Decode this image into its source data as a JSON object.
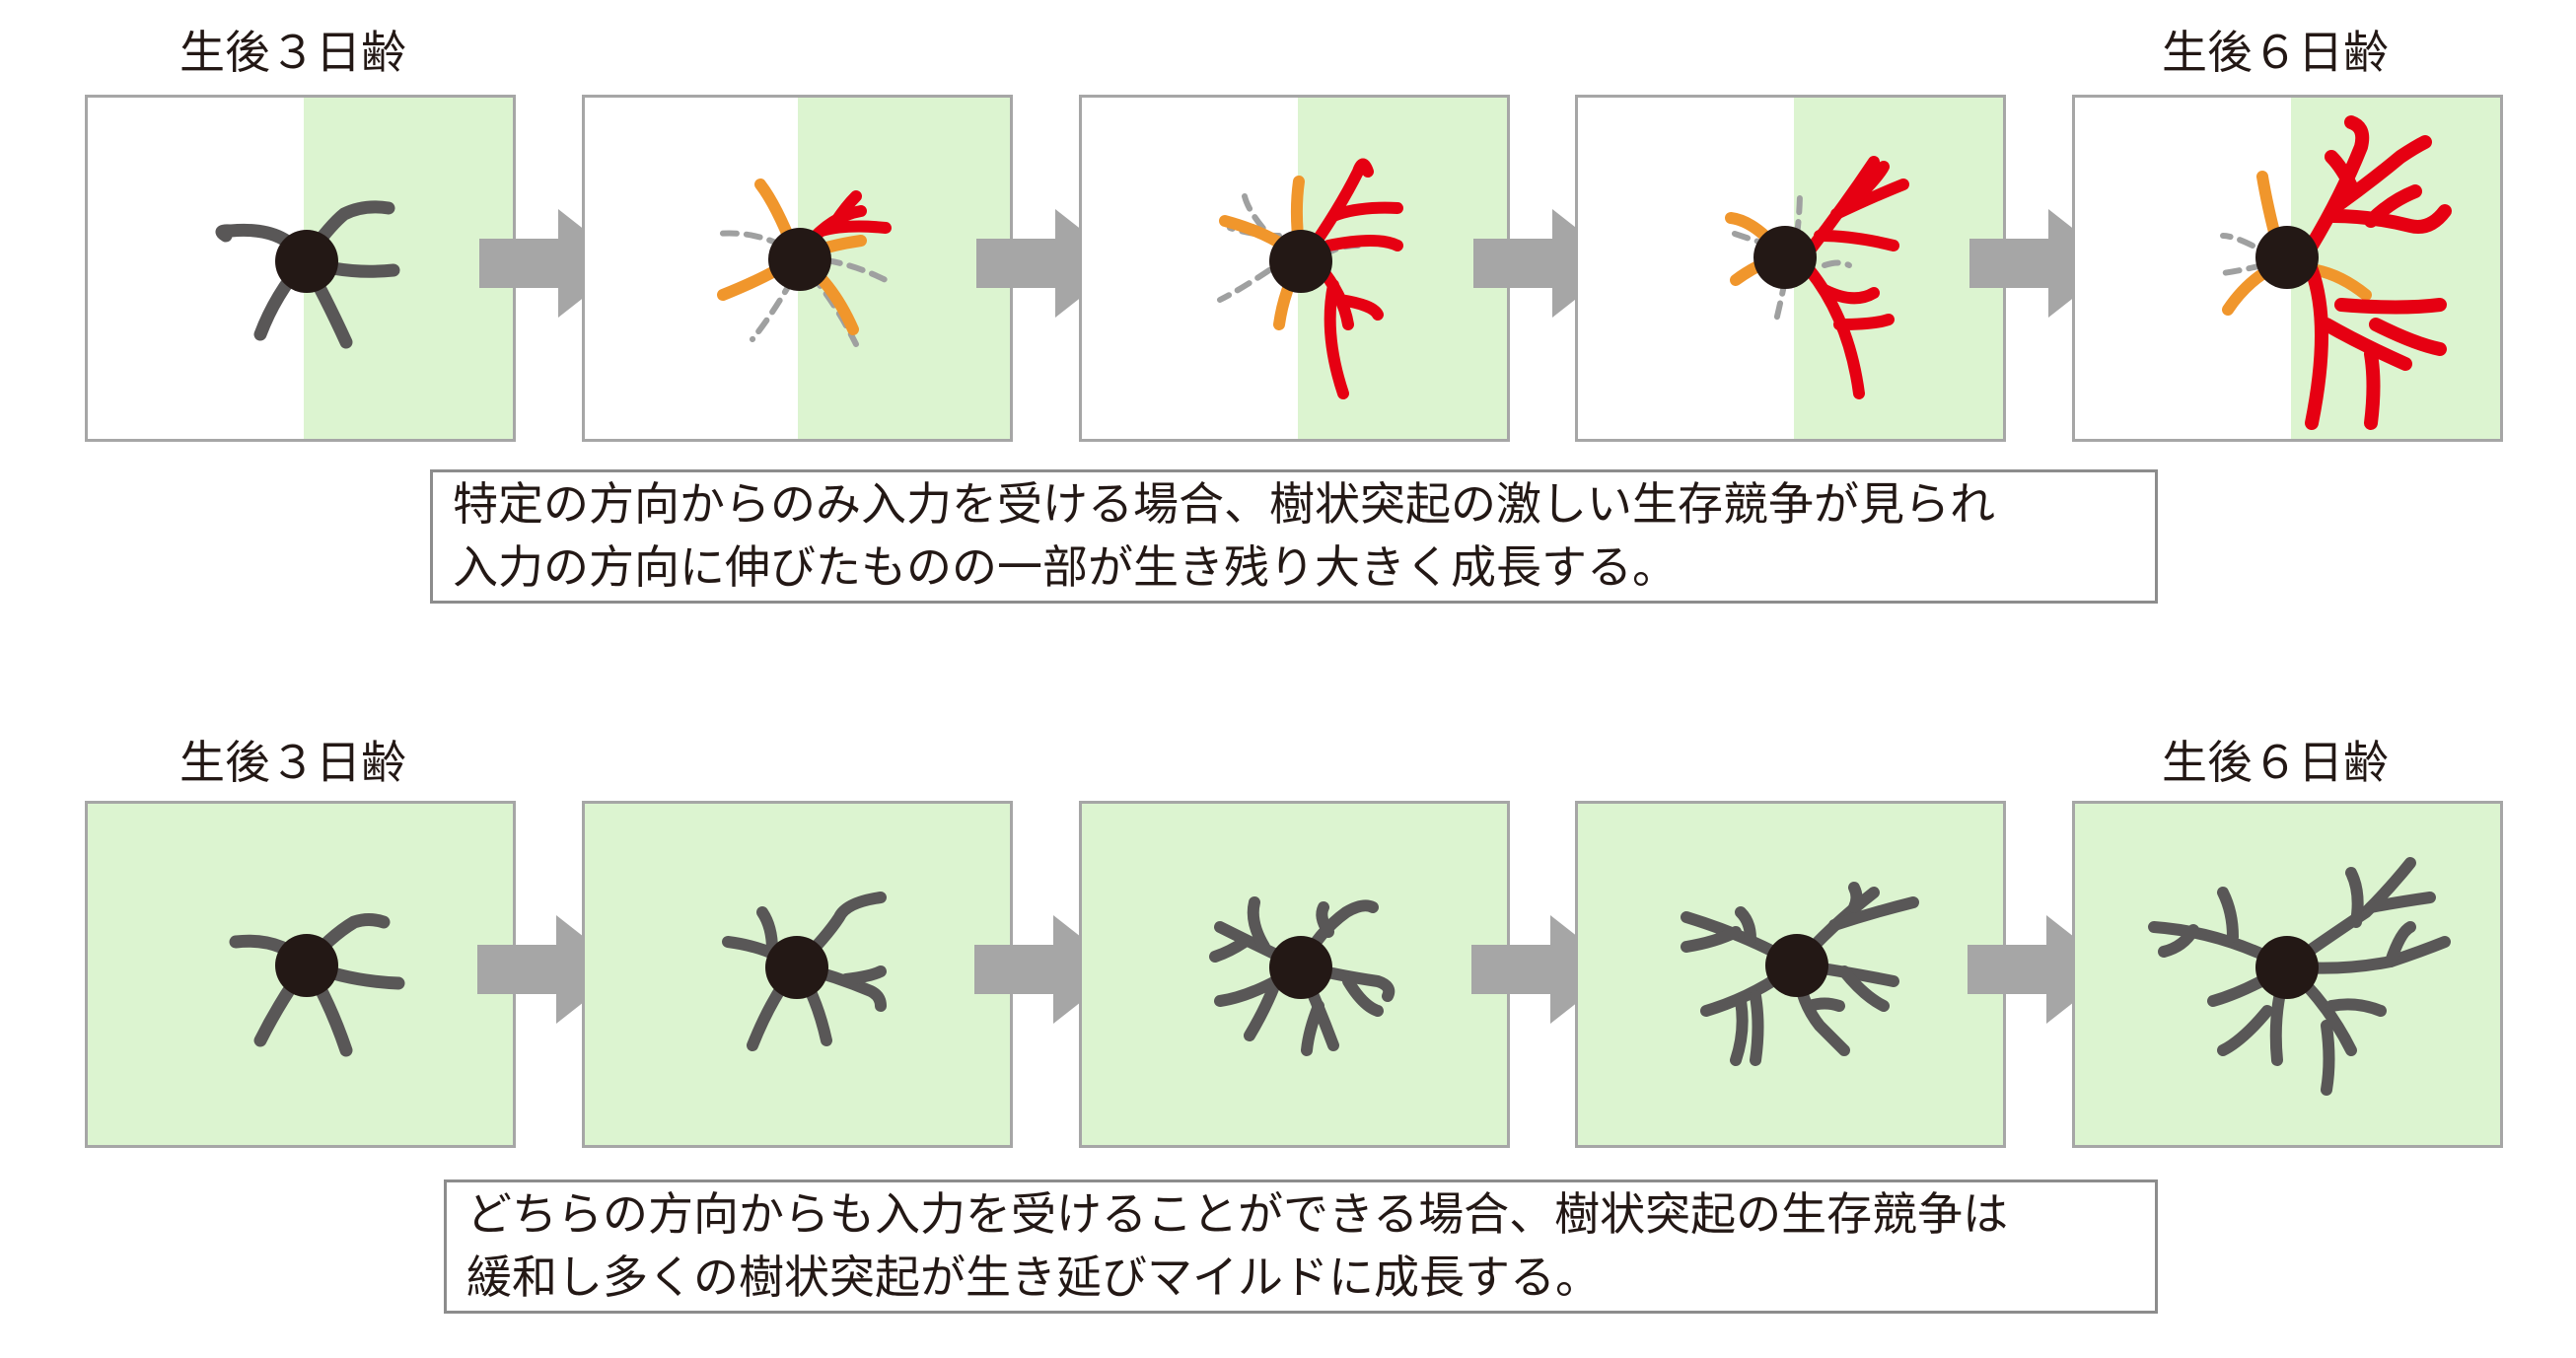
{
  "colors": {
    "green_region": "#dcf4d0",
    "panel_border": "#a6a6a6",
    "soma": "#231815",
    "dendrite_gray": "#595757",
    "dendrite_orange": "#f0962c",
    "dendrite_red": "#e60012",
    "retracted_dash": "#9fa0a0",
    "arrow": "#a6a6a6"
  },
  "row1": {
    "label_start": "生後３日齢",
    "label_end": "生後６日齢",
    "caption_line1": "特定の方向からのみ入力を受ける場合、樹状突起の激しい生存競争が見られ",
    "caption_line2": "入力の方向に伸びたものの一部が生き残り大きく成長する。"
  },
  "row2": {
    "label_start": "生後３日齢",
    "label_end": "生後６日齢",
    "caption_line1": "どちらの方向からも入力を受けることができる場合、樹状突起の生存競争は",
    "caption_line2": "緩和し多くの樹状突起が生き延びマイルドに成長する。"
  },
  "icons": {
    "arrow": "right-arrow-icon",
    "neuron": "neuron-icon"
  }
}
